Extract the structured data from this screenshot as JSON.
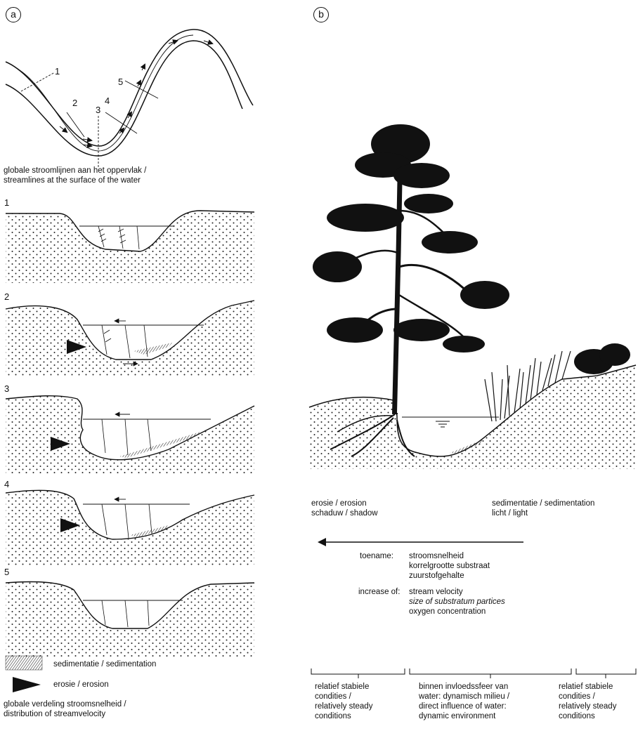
{
  "panel_a": {
    "label": "a",
    "stream_numbers": [
      "1",
      "2",
      "3",
      "4",
      "5"
    ],
    "caption_line1": "globale stroomlijnen aan het oppervlak /",
    "caption_line2": "streamlines at the surface of the water",
    "section_numbers": [
      "1",
      "2",
      "3",
      "4",
      "5"
    ],
    "legend_sedimentation": "sedimentatie / sedimentation",
    "legend_erosion": "erosie / erosion",
    "bottom_line1": "globale verdeling stroomsnelheid /",
    "bottom_line2": "distribution of streamvelocity"
  },
  "panel_b": {
    "label": "b",
    "left_line1": "erosie / erosion",
    "left_line2": "schaduw / shadow",
    "right_line1": "sedimentatie / sedimentation",
    "right_line2": "licht / light",
    "toename_label": "toename:",
    "toename_items": [
      "stroomsnelheid",
      "korrelgrootte substraat",
      "zuurstofgehalte"
    ],
    "increase_label": "increase of:",
    "increase_items": [
      "stream velocity",
      "size of substratum partices",
      "oxygen concentration"
    ],
    "zones": [
      {
        "lines": [
          "relatief stabiele",
          "condities /",
          "relatively  steady",
          "conditions"
        ]
      },
      {
        "lines": [
          "binnen invloedssfeer van",
          "water: dynamisch milieu /",
          "direct influence of water:",
          "dynamic environment"
        ]
      },
      {
        "lines": [
          "relatief stabiele",
          "condities /",
          "relatively  steady",
          "conditions"
        ]
      }
    ]
  }
}
